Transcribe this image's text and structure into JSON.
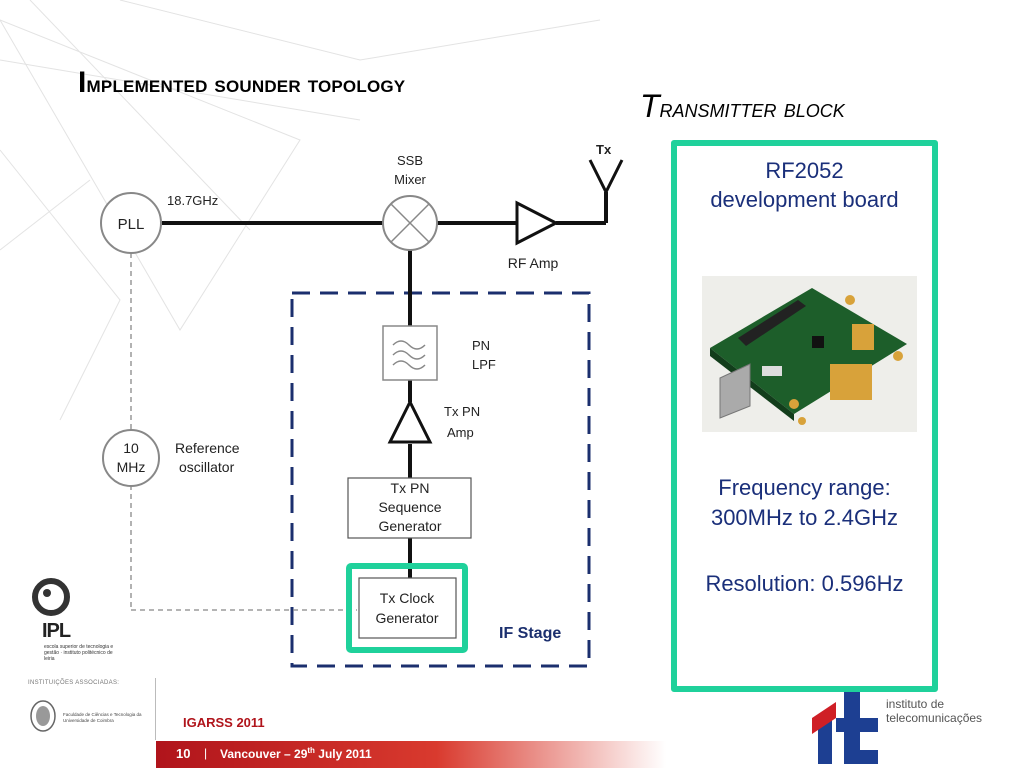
{
  "slide": {
    "title_initial": "I",
    "title_rest": "mplemented sounder topology",
    "subtitle_initial": "T",
    "subtitle_rest": "ransmitter block"
  },
  "diagram": {
    "tx_label": "Tx",
    "ssb_line1": "SSB",
    "ssb_line2": "Mixer",
    "pll": "PLL",
    "pll_freq": "18.7GHz",
    "rf_amp": "RF Amp",
    "pn_line1": "PN",
    "pn_line2": "LPF",
    "txpn_amp_line1": "Tx PN",
    "txpn_amp_line2": "Amp",
    "osc_line1": "10",
    "osc_line2": "MHz",
    "ref_line1": "Reference",
    "ref_line2": "oscillator",
    "seq_line1": "Tx PN",
    "seq_line2": "Sequence",
    "seq_line3": "Generator",
    "clk_line1": "Tx Clock",
    "clk_line2": "Generator",
    "if_stage": "IF Stage"
  },
  "panel": {
    "board_line1": "RF2052",
    "board_line2": "development board",
    "freq_line1": "Frequency range:",
    "freq_line2": "300MHz to 2.4GHz",
    "resolution": "Resolution: 0.596Hz"
  },
  "logos": {
    "ipl_word": "IPL",
    "ipl_desc": "escola superior de tecnologia e gestão · instituto politécnico de leiria",
    "assoc": "INSTITUIÇÕES ASSOCIADAS:",
    "fctuc": "Faculdade de Ciências e Tecnologia da Universidade de Coimbra",
    "it_line1": "instituto de",
    "it_line2": "telecomunicações"
  },
  "footer": {
    "conference": "IGARSS 2011",
    "page": "10",
    "separator": "|",
    "date_prefix": "Vancouver – 29",
    "date_sup": "th",
    "date_suffix": " July 2011"
  },
  "colors": {
    "accent_green": "#1fd19b",
    "dashed_blue": "#1b2f6e",
    "panel_text": "#1a2f7a",
    "footer_red": "#b0141b"
  }
}
